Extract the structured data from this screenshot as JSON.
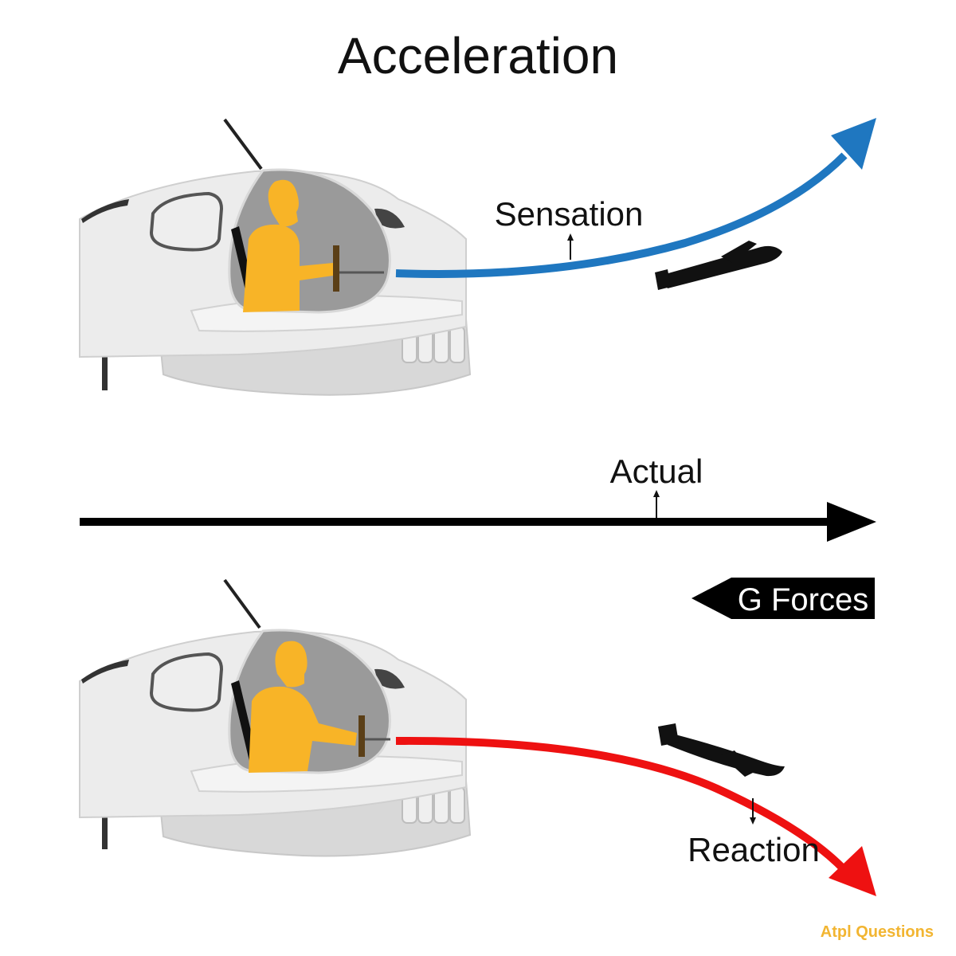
{
  "title": "Acceleration",
  "labels": {
    "sensation": "Sensation",
    "actual": "Actual",
    "g_forces": "G Forces",
    "reaction": "Reaction"
  },
  "watermark": "Atpl Questions",
  "colors": {
    "sensation_arrow": "#1f77c0",
    "reaction_arrow": "#ee1111",
    "actual_arrow": "#000000",
    "pilot": "#f8b427",
    "cockpit": "#9a9a9a",
    "fuselage": "#e6e6e6",
    "brand": "#f2b531"
  }
}
